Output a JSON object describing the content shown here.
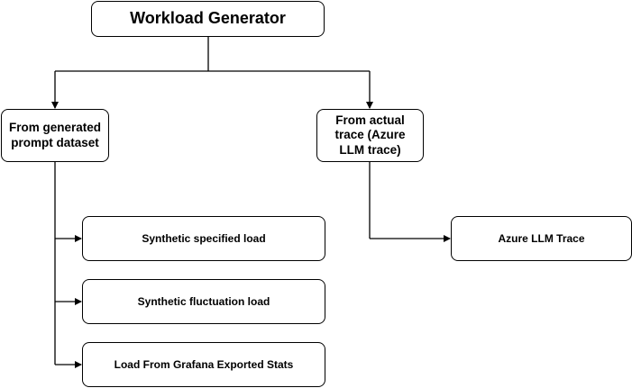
{
  "diagram": {
    "root": {
      "label": "Workload Generator"
    },
    "sources": [
      {
        "label": "From generated prompt dataset"
      },
      {
        "label": "From actual trace (Azure LLM trace)"
      }
    ],
    "generated_loads": [
      {
        "label": "Synthetic specified load"
      },
      {
        "label": "Synthetic fluctuation load"
      },
      {
        "label": "Load From Grafana Exported Stats"
      }
    ],
    "trace_loads": [
      {
        "label": "Azure LLM Trace"
      }
    ],
    "colors": {
      "stroke": "#000000",
      "fill": "#ffffff",
      "text": "#000000"
    }
  }
}
